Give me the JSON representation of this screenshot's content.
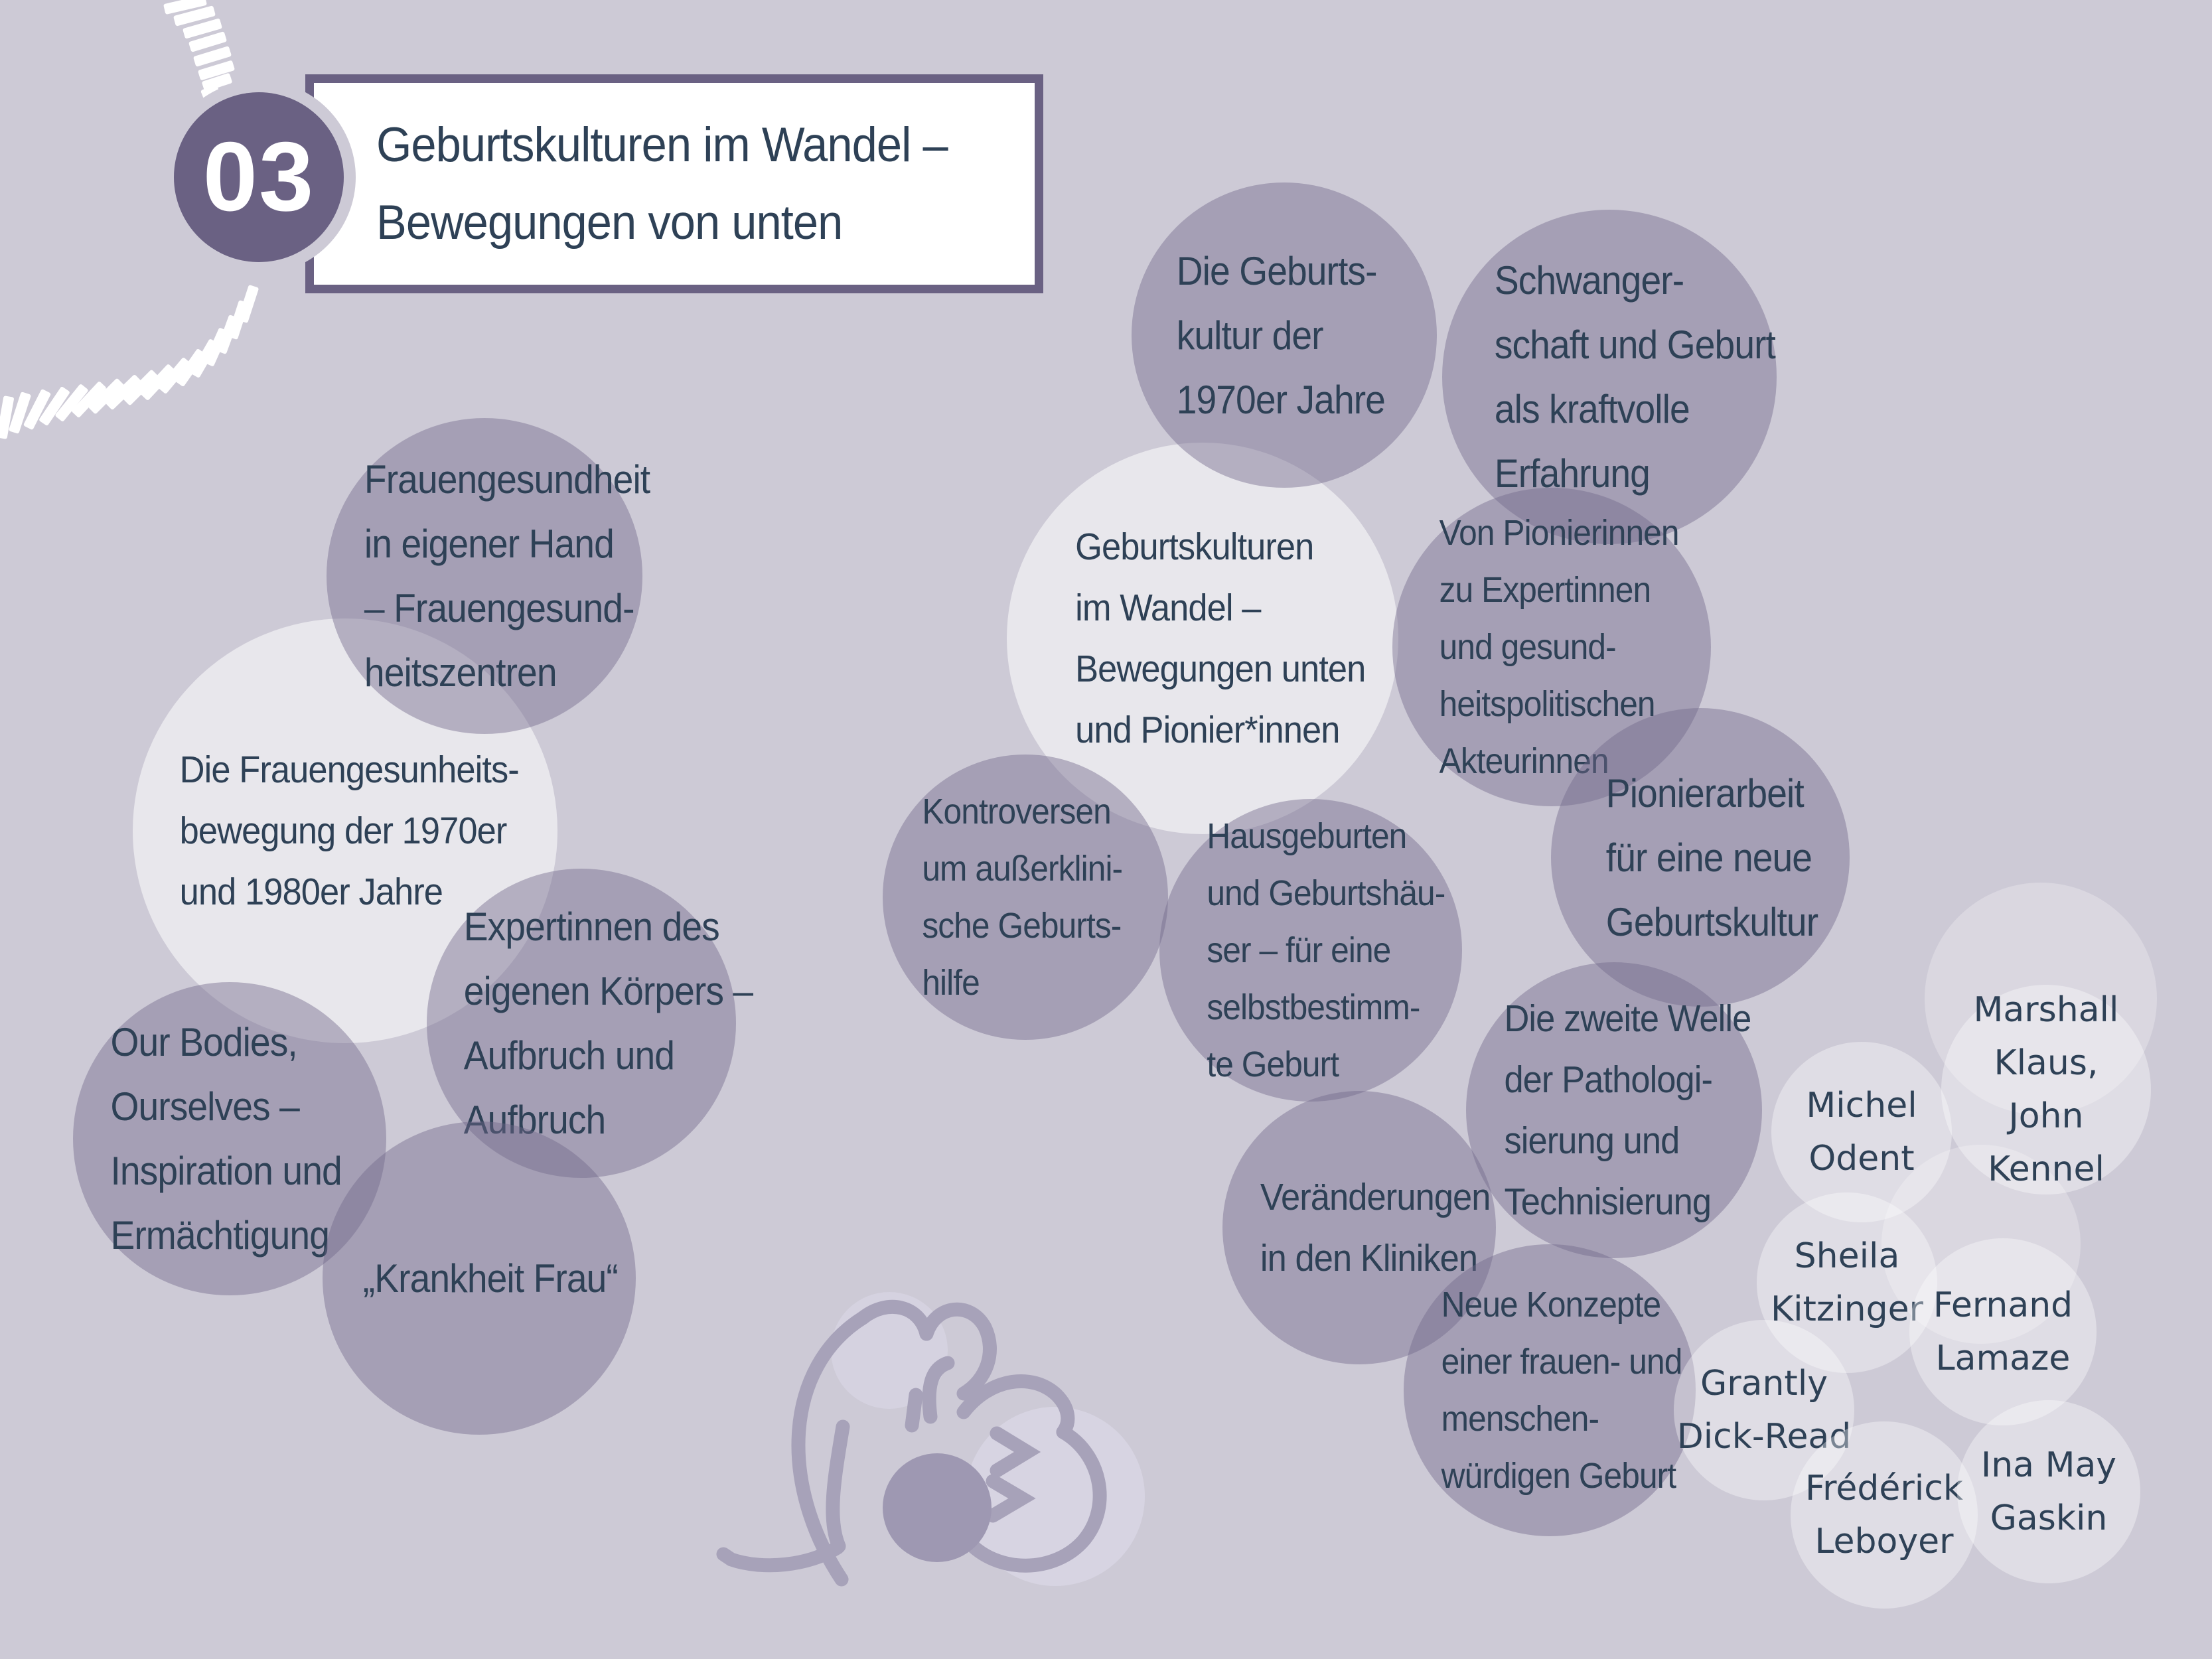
{
  "page": {
    "language": "de",
    "colors": {
      "background": "#cdcad6",
      "accent_purple": "#6a6183",
      "text_navy": "#2e4156",
      "bubble_overlay": "#716a8a",
      "white": "#ffffff"
    }
  },
  "header": {
    "number": "03",
    "title": "Geburtskulturen im Wandel –\nBewegungen von unten"
  },
  "topics": [
    {
      "id": "geburtskultur-1970er",
      "label": "Die Geburts-\nkultur der\n1970er Jahre"
    },
    {
      "id": "schwangerschaft-kraftvolle-erfahrung",
      "label": "Schwanger-\nschaft und Geburt\nals kraftvolle\nErfahrung"
    },
    {
      "id": "frauengesundheit-eigene-hand",
      "label": "Frauengesundheit\nin eigener Hand\n– Frauengesund-\nheitszentren"
    },
    {
      "id": "geburtskulturen-im-wandel-zentrum",
      "label": "Geburtskulturen\nim Wandel –\nBewegungen unten\nund Pionier*innen"
    },
    {
      "id": "von-pionierinnen-zu-expertinnen",
      "label": "Von Pionierinnen\nzu Expertinnen\nund gesund-\nheitspolitischen\nAkteurinnen"
    },
    {
      "id": "frauengesundheitsbewegung",
      "label": "Die Frauengesunheits-\nbewegung der 1970er\nund 1980er Jahre"
    },
    {
      "id": "kontroversen-ausserklinische-geburtshilfe",
      "label": "Kontroversen\num außerklini-\nsche Geburts-\nhilfe"
    },
    {
      "id": "hausgeburten-geburtshaeuser",
      "label": "Hausgeburten\nund Geburtshäu-\nser – für eine\nselbstbestimm-\nte Geburt"
    },
    {
      "id": "pionierarbeit-neue-geburtskultur",
      "label": "Pionierarbeit\nfür eine neue\nGeburtskultur"
    },
    {
      "id": "expertinnen-des-eigenen-koerpers",
      "label": "Expertinnen des\neigenen Körpers –\nAufbruch und\nAufbruch"
    },
    {
      "id": "our-bodies-ourselves",
      "label": "Our Bodies,\nOurselves –\nInspiration und\nErmächtigung"
    },
    {
      "id": "krankheit-frau",
      "label": "„Krankheit Frau“"
    },
    {
      "id": "zweite-welle-pathologisierung",
      "label": "Die zweite Welle\nder Pathologi-\nsierung und\nTechnisierung"
    },
    {
      "id": "veraenderungen-kliniken",
      "label": "Veränderungen\nin den Kliniken"
    },
    {
      "id": "neue-konzepte-wuerdige-geburt",
      "label": "Neue Konzepte\neiner frauen- und\nmenschen-\nwürdigen Geburt"
    }
  ],
  "pioneers": [
    {
      "id": "michel-odent",
      "label": "Michel\nOdent"
    },
    {
      "id": "marshall-klaus-john-kennel",
      "label": "Marshall\nKlaus,\nJohn\nKennel"
    },
    {
      "id": "sheila-kitzinger",
      "label": "Sheila\nKitzinger"
    },
    {
      "id": "fernand-lamaze",
      "label": "Fernand\nLamaze"
    },
    {
      "id": "grantly-dick-read",
      "label": "Grantly\nDick-Read"
    },
    {
      "id": "frederick-leboyer",
      "label": "Frédérick\nLeboyer"
    },
    {
      "id": "ina-may-gaskin",
      "label": "Ina May\nGaskin"
    }
  ],
  "decor": {
    "watermark": "mother-and-baby-line-art",
    "swoosh": "white-dash-swoosh"
  }
}
